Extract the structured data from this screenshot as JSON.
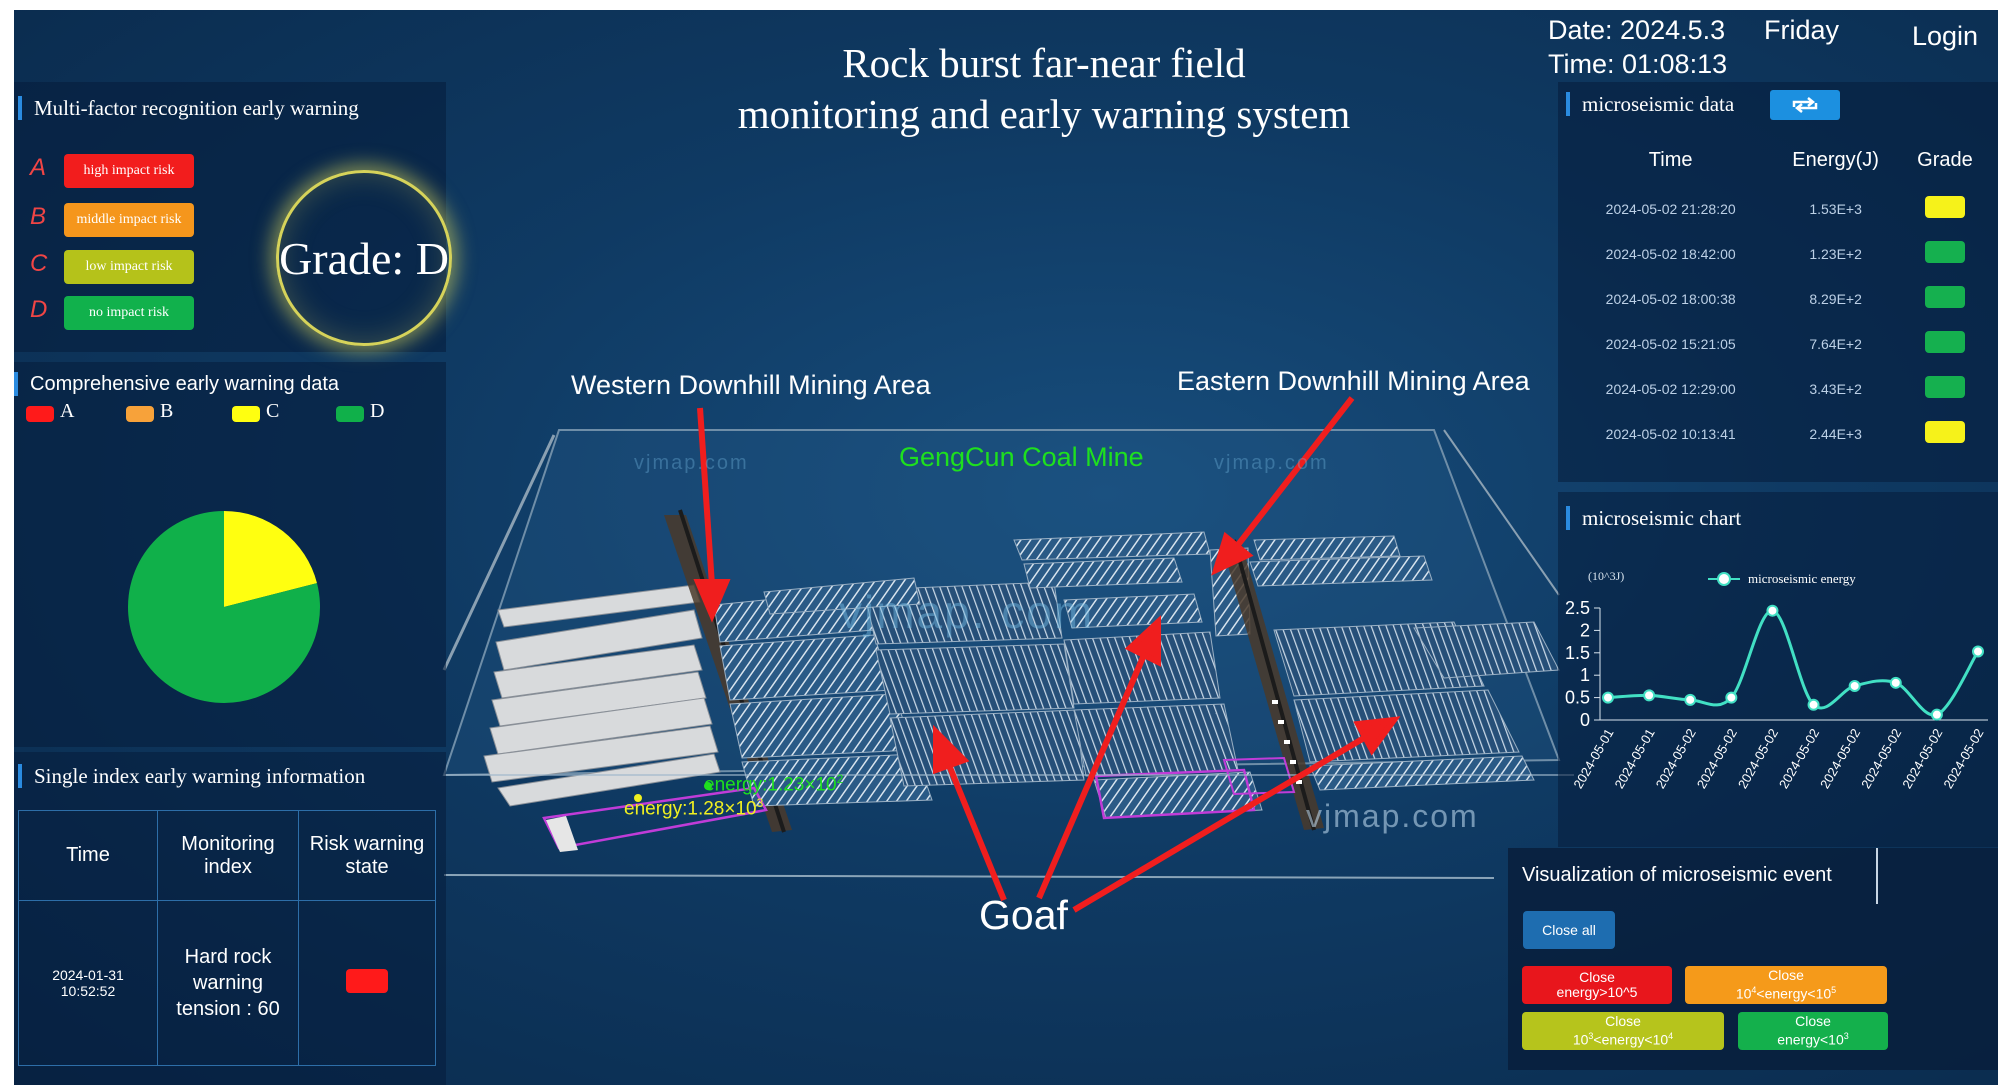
{
  "header": {
    "title_line1": "Rock burst far-near field",
    "title_line2": "monitoring and early warning system",
    "date": "Date: 2024.5.3",
    "weekday": "Friday",
    "time": "Time: 01:08:13",
    "login": "Login"
  },
  "multi_factor": {
    "title": "Multi-factor recognition early warning",
    "levels": [
      {
        "letter": "A",
        "label": "high impact risk",
        "color": "#f21d1d"
      },
      {
        "letter": "B",
        "label": "middle impact risk",
        "color": "#f5961c"
      },
      {
        "letter": "C",
        "label": "low impact risk",
        "color": "#b5c21a"
      },
      {
        "letter": "D",
        "label": "no impact risk",
        "color": "#11b14c"
      }
    ],
    "grade": "Grade: D"
  },
  "comprehensive": {
    "title": "Comprehensive early warning data",
    "legend": [
      {
        "label": "A",
        "color": "#ff1a1a"
      },
      {
        "label": "B",
        "color": "#f7a23a"
      },
      {
        "label": "C",
        "color": "#ffff10"
      },
      {
        "label": "D",
        "color": "#10b04a"
      }
    ]
  },
  "single_index": {
    "title": "Single index early warning information",
    "headers": [
      "Time",
      "Monitoring index",
      "Risk warning state"
    ],
    "row": {
      "date": "2024-01-31",
      "time": "10:52:52",
      "index": "Hard rock warning tension : 60",
      "state_color": "#ff1a1a"
    }
  },
  "microseismic_data": {
    "title": "microseismic data",
    "headers": [
      "Time",
      "Energy(J)",
      "Grade"
    ],
    "rows": [
      {
        "time": "2024-05-02 21:28:20",
        "energy": "1.53E+3",
        "grade_color": "#f6f21a"
      },
      {
        "time": "2024-05-02 18:42:00",
        "energy": "1.23E+2",
        "grade_color": "#15b04f"
      },
      {
        "time": "2024-05-02 18:00:38",
        "energy": "8.29E+2",
        "grade_color": "#15b04f"
      },
      {
        "time": "2024-05-02 15:21:05",
        "energy": "7.64E+2",
        "grade_color": "#15b04f"
      },
      {
        "time": "2024-05-02 12:29:00",
        "energy": "3.43E+2",
        "grade_color": "#15b04f"
      },
      {
        "time": "2024-05-02 10:13:41",
        "energy": "2.44E+3",
        "grade_color": "#f6f21a"
      }
    ]
  },
  "microseismic_chart_title": "microseismic chart",
  "map": {
    "western": "Western Downhill Mining Area",
    "eastern": "Eastern Downhill Mining Area",
    "mine": "GengCun Coal Mine",
    "goaf": "Goaf",
    "energy_green": "energy:1.23×10",
    "energy_green_exp": "2",
    "energy_yellow": "energy:1.28×10",
    "energy_yellow_exp": "3",
    "watermark": "vjmap.com",
    "watermark_center": "vjmap. com"
  },
  "visualization": {
    "title": "Visualization of microseismic event",
    "close_all": "Close all",
    "buttons": [
      {
        "line1": "Close",
        "line2": "energy>10^5",
        "color": "#e8161c"
      },
      {
        "line1": "Close",
        "line2_base": "10",
        "line2_sup": "4",
        "line2_mid": "<energy<10",
        "line2_sup2": "5",
        "color": "#f59a1a"
      },
      {
        "line1": "Close",
        "line2_base": "10",
        "line2_sup": "3",
        "line2_mid": "<energy<10",
        "line2_sup2": "4",
        "color": "#b6c41c"
      },
      {
        "line1": "Close",
        "line2_base": "energy<10",
        "line2_sup": "3",
        "color": "#14b04c"
      }
    ]
  },
  "chart_data": [
    {
      "type": "pie",
      "slices": [
        {
          "label": "C",
          "value": 21,
          "color": "#ffff10"
        },
        {
          "label": "D",
          "value": 79,
          "color": "#10b04a"
        }
      ]
    },
    {
      "type": "line",
      "ylabel": "(10^3J)",
      "ylim": [
        0,
        2.5
      ],
      "yticks": [
        "0",
        "0.5",
        "1",
        "1.5",
        "2",
        "2.5"
      ],
      "categories": [
        "2024-05-01",
        "2024-05-01",
        "2024-05-02",
        "2024-05-02",
        "2024-05-02",
        "2024-05-02",
        "2024-05-02",
        "2024-05-02",
        "2024-05-02",
        "2024-05-02"
      ],
      "series": [
        {
          "name": "microseismic energy",
          "color": "#42e0c4",
          "values": [
            0.5,
            0.55,
            0.45,
            0.5,
            2.44,
            0.34,
            0.76,
            0.83,
            0.12,
            1.53
          ]
        }
      ],
      "grid": false,
      "legend": "top"
    }
  ]
}
